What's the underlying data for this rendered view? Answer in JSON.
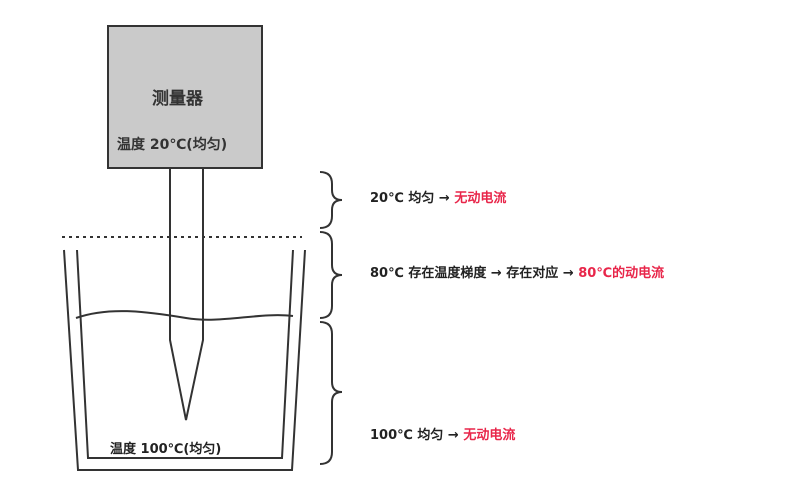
{
  "meter": {
    "title": "测量器",
    "temperature": "温度 20℃(均匀)"
  },
  "beaker": {
    "temperature": "温度 100℃(均匀)"
  },
  "annotations": [
    {
      "prefix": "20℃ 均匀 → ",
      "result": "无动电流"
    },
    {
      "prefix": "80℃ 存在温度梯度 → 存在对应 → ",
      "result": "80℃的动电流"
    },
    {
      "prefix": "100℃ 均匀 → ",
      "result": "无动电流"
    }
  ],
  "colors": {
    "highlight": "#e8264a",
    "meter_fill": "#cacaca"
  }
}
